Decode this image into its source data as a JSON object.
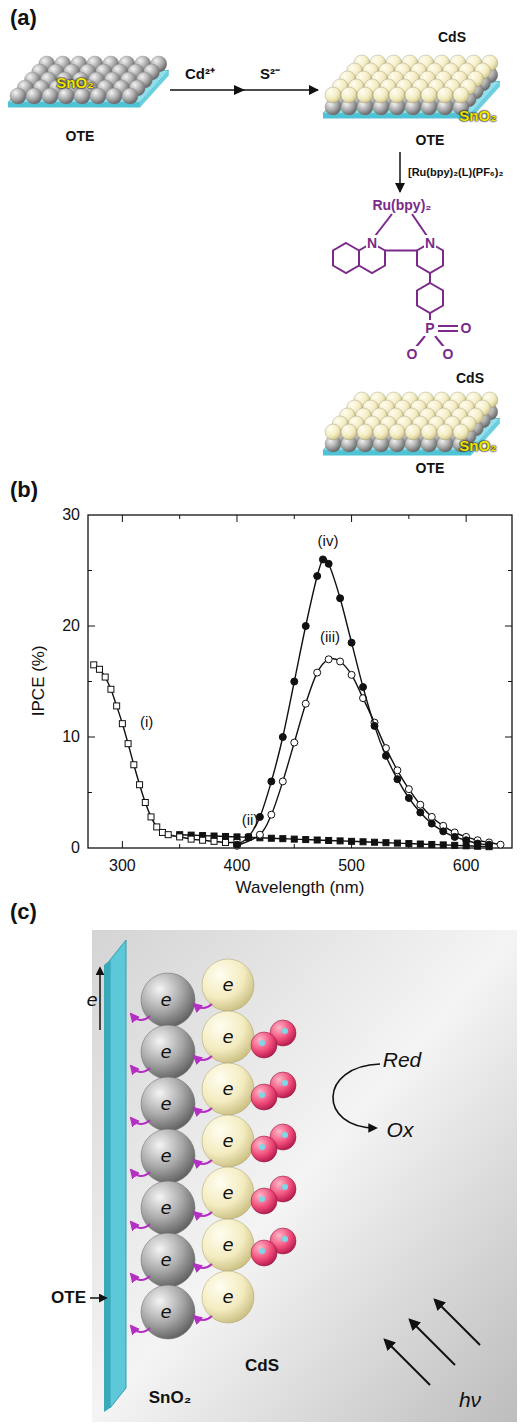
{
  "diagram": {
    "nodes": [
      {
        "text": [
          "SnO₂",
          "OTE"
        ]
      },
      {
        "text": [
          "CdS",
          "SnO₂",
          "OTE"
        ]
      },
      {
        "text": [
          "CdS",
          "SnO₂",
          "OTE"
        ]
      }
    ],
    "edges": [
      {
        "from": 0,
        "to": 1,
        "arrow": "to"
      },
      {
        "from": 1,
        "to": 2,
        "label": "[Ru(bpy)₂(L)(PF₆)₂",
        "arrow": "to"
      }
    ],
    "labels": [
      "(a)",
      "Cd²⁺",
      "S²⁻",
      "Ru(bpy)₂",
      "N",
      "N",
      "P",
      "O",
      "O",
      "O",
      "(b)",
      "30",
      "20",
      "10",
      "0",
      "300",
      "400",
      "500",
      "600",
      "IPCE (%)",
      "Wavelength (nm)",
      "(i)",
      "(ii)",
      "(iii)",
      "(iv)",
      "(c)",
      "e",
      "e",
      "e",
      "e",
      "e",
      "e",
      "e",
      "e",
      "e",
      "e",
      "e",
      "e",
      "e",
      "e",
      "e",
      "Red",
      "Ox",
      "OTE",
      "SnO₂",
      "CdS",
      "hν"
    ]
  }
}
